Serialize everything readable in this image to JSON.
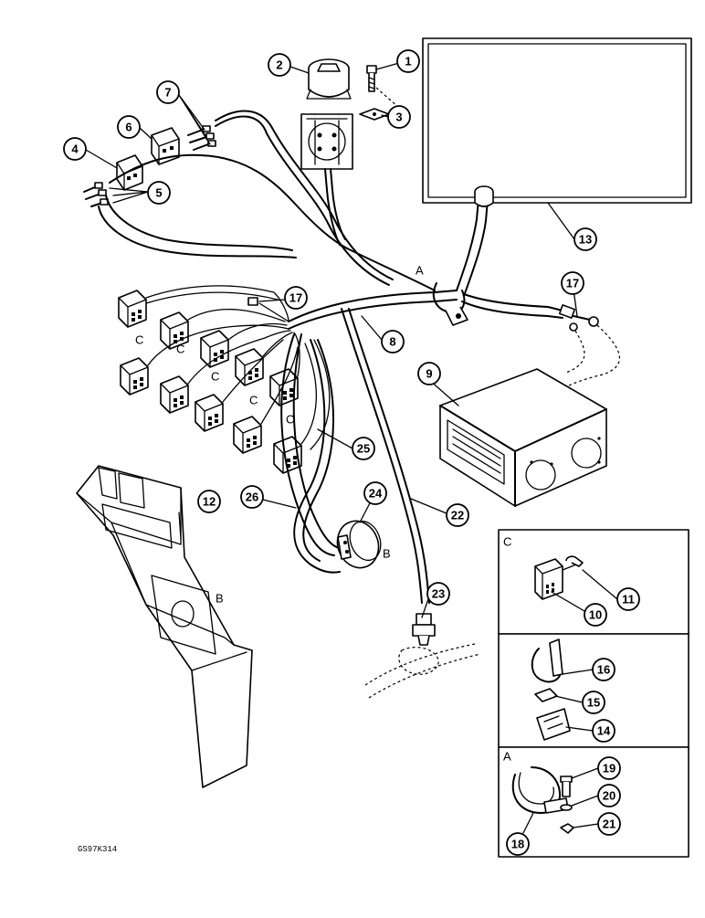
{
  "diagram": {
    "reference": "GS97K314",
    "callouts": [
      "1",
      "2",
      "3",
      "4",
      "5",
      "6",
      "7",
      "8",
      "9",
      "10",
      "11",
      "12",
      "13",
      "14",
      "15",
      "16",
      "17",
      "18",
      "19",
      "20",
      "21",
      "22",
      "23",
      "24",
      "25",
      "26"
    ],
    "letters": {
      "A": "A",
      "B": "B",
      "C": "C"
    },
    "inset_labels": {
      "connector": "C",
      "clamp": "A"
    }
  }
}
